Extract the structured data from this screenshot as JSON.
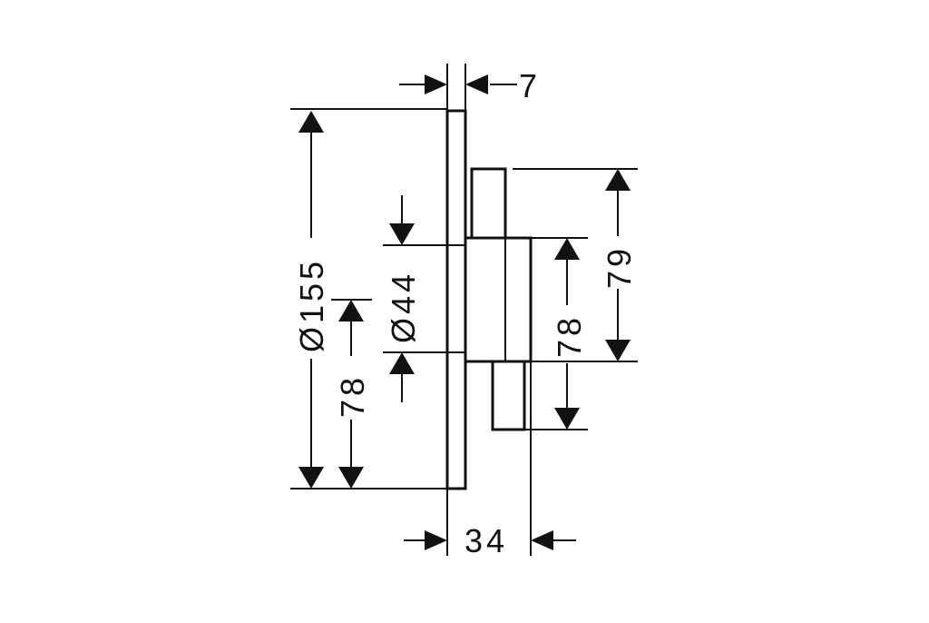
{
  "drawing": {
    "colors": {
      "line": "#111111",
      "background": "#ffffff"
    },
    "dimensions": {
      "thickness_top": "7",
      "plate_diameter": "Ø155",
      "body_diameter": "Ø44",
      "left_height": "78",
      "right_height_79": "79",
      "right_height_78": "78",
      "depth_bottom": "34"
    }
  }
}
